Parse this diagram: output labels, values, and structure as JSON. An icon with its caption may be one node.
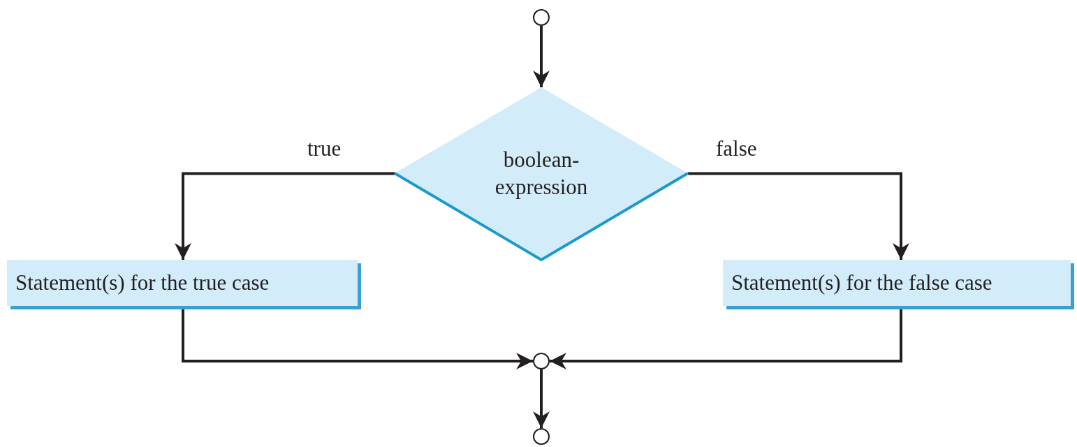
{
  "diagram": {
    "nodes": [
      {
        "text": [],
        "shape": "circle"
      },
      {
        "text": [
          "boolean- expression"
        ]
      },
      {
        "text": [
          "Statement(s) for the true case"
        ]
      },
      {
        "text": [
          "Statement(s) for the false case"
        ]
      },
      {
        "text": [],
        "shape": "circle"
      },
      {
        "text": [],
        "shape": "circle"
      }
    ],
    "edges": [
      {
        "from": 0,
        "to": 1,
        "arrow": "to"
      },
      {
        "from": 1,
        "to": 2,
        "arrow": "to",
        "label": "true"
      },
      {
        "from": 1,
        "to": 3,
        "arrow": "to",
        "label": "false"
      },
      {
        "from": 2,
        "to": 4,
        "arrow": "to"
      },
      {
        "from": 3,
        "to": 4,
        "arrow": "to"
      },
      {
        "from": 4,
        "to": 5,
        "arrow": "to"
      }
    ]
  }
}
